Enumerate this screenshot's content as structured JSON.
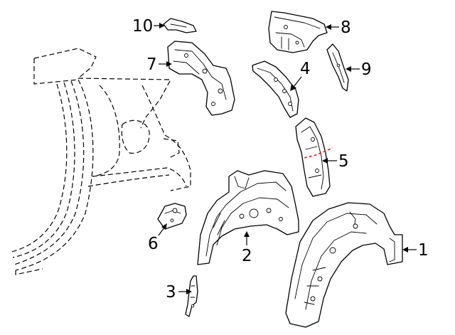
{
  "diagram": {
    "accent_color": "#e0201b",
    "line_color": "#000000",
    "callouts": [
      {
        "id": "1",
        "label": "1"
      },
      {
        "id": "2",
        "label": "2"
      },
      {
        "id": "3",
        "label": "3"
      },
      {
        "id": "4",
        "label": "4"
      },
      {
        "id": "5",
        "label": "5"
      },
      {
        "id": "6",
        "label": "6"
      },
      {
        "id": "7",
        "label": "7"
      },
      {
        "id": "8",
        "label": "8"
      },
      {
        "id": "9",
        "label": "9"
      },
      {
        "id": "10",
        "label": "10"
      }
    ]
  }
}
